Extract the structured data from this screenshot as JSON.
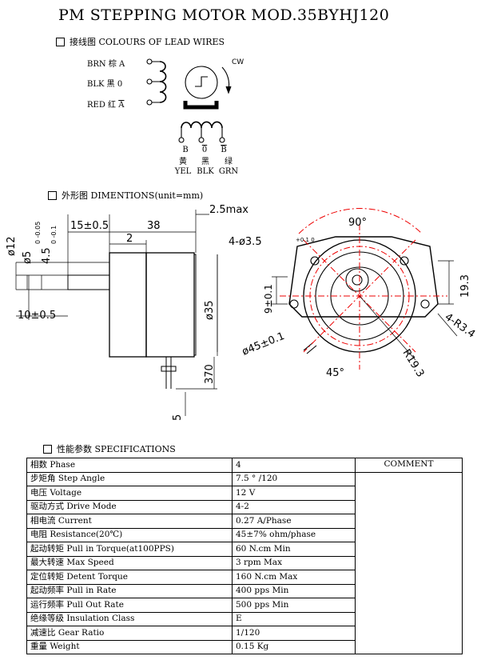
{
  "title": "PM STEPPING MOTOR MOD.35BYHJ120",
  "lead_wires": {
    "heading": "接线图 COLOURS OF LEAD WIRES",
    "wires": [
      {
        "en": "BRN",
        "cn": "棕",
        "sig": "A"
      },
      {
        "en": "BLK",
        "cn": "黑",
        "sig": "0"
      },
      {
        "en": "RED",
        "cn": "红",
        "sig": "A"
      }
    ],
    "cw": "CW",
    "bottom": [
      {
        "sig": "B",
        "cn": "黄",
        "en": "YEL"
      },
      {
        "sig": "0",
        "cn": "黑",
        "en": "BLK"
      },
      {
        "sig": "B",
        "cn": "绿",
        "en": "GRN"
      }
    ]
  },
  "dimensions": {
    "heading": "外形图 DIMENTIONS(unit=mm)",
    "side": {
      "d_2_5max": "2.5max",
      "d_15": "15±0.5",
      "d_38": "38",
      "d_2": "2",
      "d_12": "ø12",
      "d_5": "ø5",
      "d_5_tol": "0 -0.05",
      "d_4_5": "4.5",
      "d_4_5_tol": "0 -0.1",
      "d_10": "10±0.5",
      "d_35": "ø35",
      "d_370": "370",
      "d_5b": "5"
    },
    "front": {
      "d_90": "90°",
      "d_holes": "4-ø3.5",
      "d_holes_tol": "+0.1 0",
      "d_19_3": "19.3",
      "d_9": "9±0.1",
      "d_r3_4": "4-R3.4",
      "d_45": "ø45±0.1",
      "d_45deg": "45°",
      "d_r19_3": "R19.3"
    }
  },
  "specifications": {
    "heading": "性能参数 SPECIFICATIONS",
    "comment_label": "COMMENT",
    "rows": [
      {
        "label": "相数 Phase",
        "value": "4"
      },
      {
        "label": "步矩角 Step Angle",
        "value": "7.5 ° /120"
      },
      {
        "label": "电压 Voltage",
        "value": "12  V"
      },
      {
        "label": "驱动方式  Drive  Mode",
        "value": "4-2"
      },
      {
        "label": "相电流 Current",
        "value": "0.27 A/Phase"
      },
      {
        "label": "电阻 Resistance(20℃)",
        "value": "45±7%   ohm/phase"
      },
      {
        "label": "起动转矩 Pull in Torque(at100PPS)",
        "value": "60 N.cm  Min"
      },
      {
        "label": "最大转速  Max Speed",
        "value": "3 rpm  Max"
      },
      {
        "label": "定位转矩 Detent Torque",
        "value": "160 N.cm Max"
      },
      {
        "label": "起动频率 Pull in Rate",
        "value": "400 pps  Min"
      },
      {
        "label": "运行频率 Pull Out Rate",
        "value": "500 pps  Min"
      },
      {
        "label": "绝缘等级 Insulation Class",
        "value": "E"
      },
      {
        "label": "减速比  Gear Ratio",
        "value": "1/120"
      },
      {
        "label": "重量  Weight",
        "value": "0.15 Kg"
      }
    ]
  }
}
